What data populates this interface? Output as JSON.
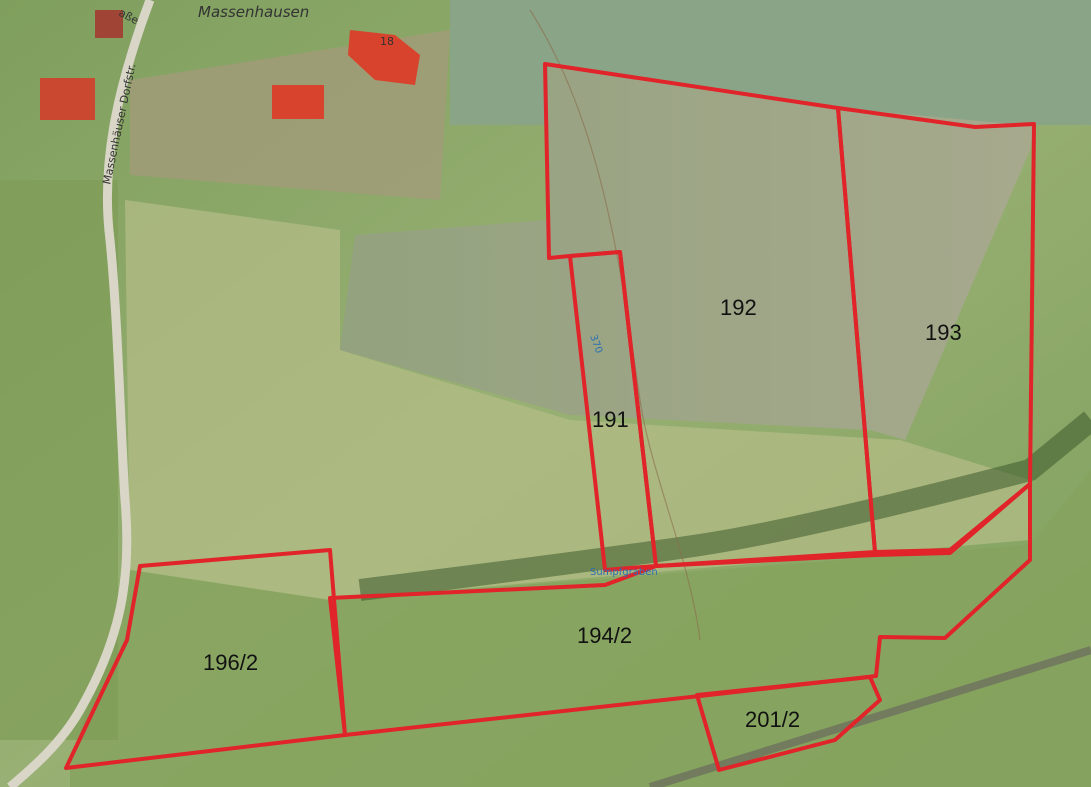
{
  "map": {
    "place_label": "Massenhausen",
    "street_label": "Massenhäuser Dorfstr.",
    "street_fragment": "aße",
    "house_number": "18",
    "water_label": "Sumpfgraben",
    "contour_label": "370",
    "boundary_color": "#e0242a",
    "parcels": [
      {
        "id": "192",
        "label": "192"
      },
      {
        "id": "193",
        "label": "193"
      },
      {
        "id": "191",
        "label": "191"
      },
      {
        "id": "196-2",
        "label": "196/2"
      },
      {
        "id": "194-2",
        "label": "194/2"
      },
      {
        "id": "201-2",
        "label": "201/2"
      }
    ]
  }
}
